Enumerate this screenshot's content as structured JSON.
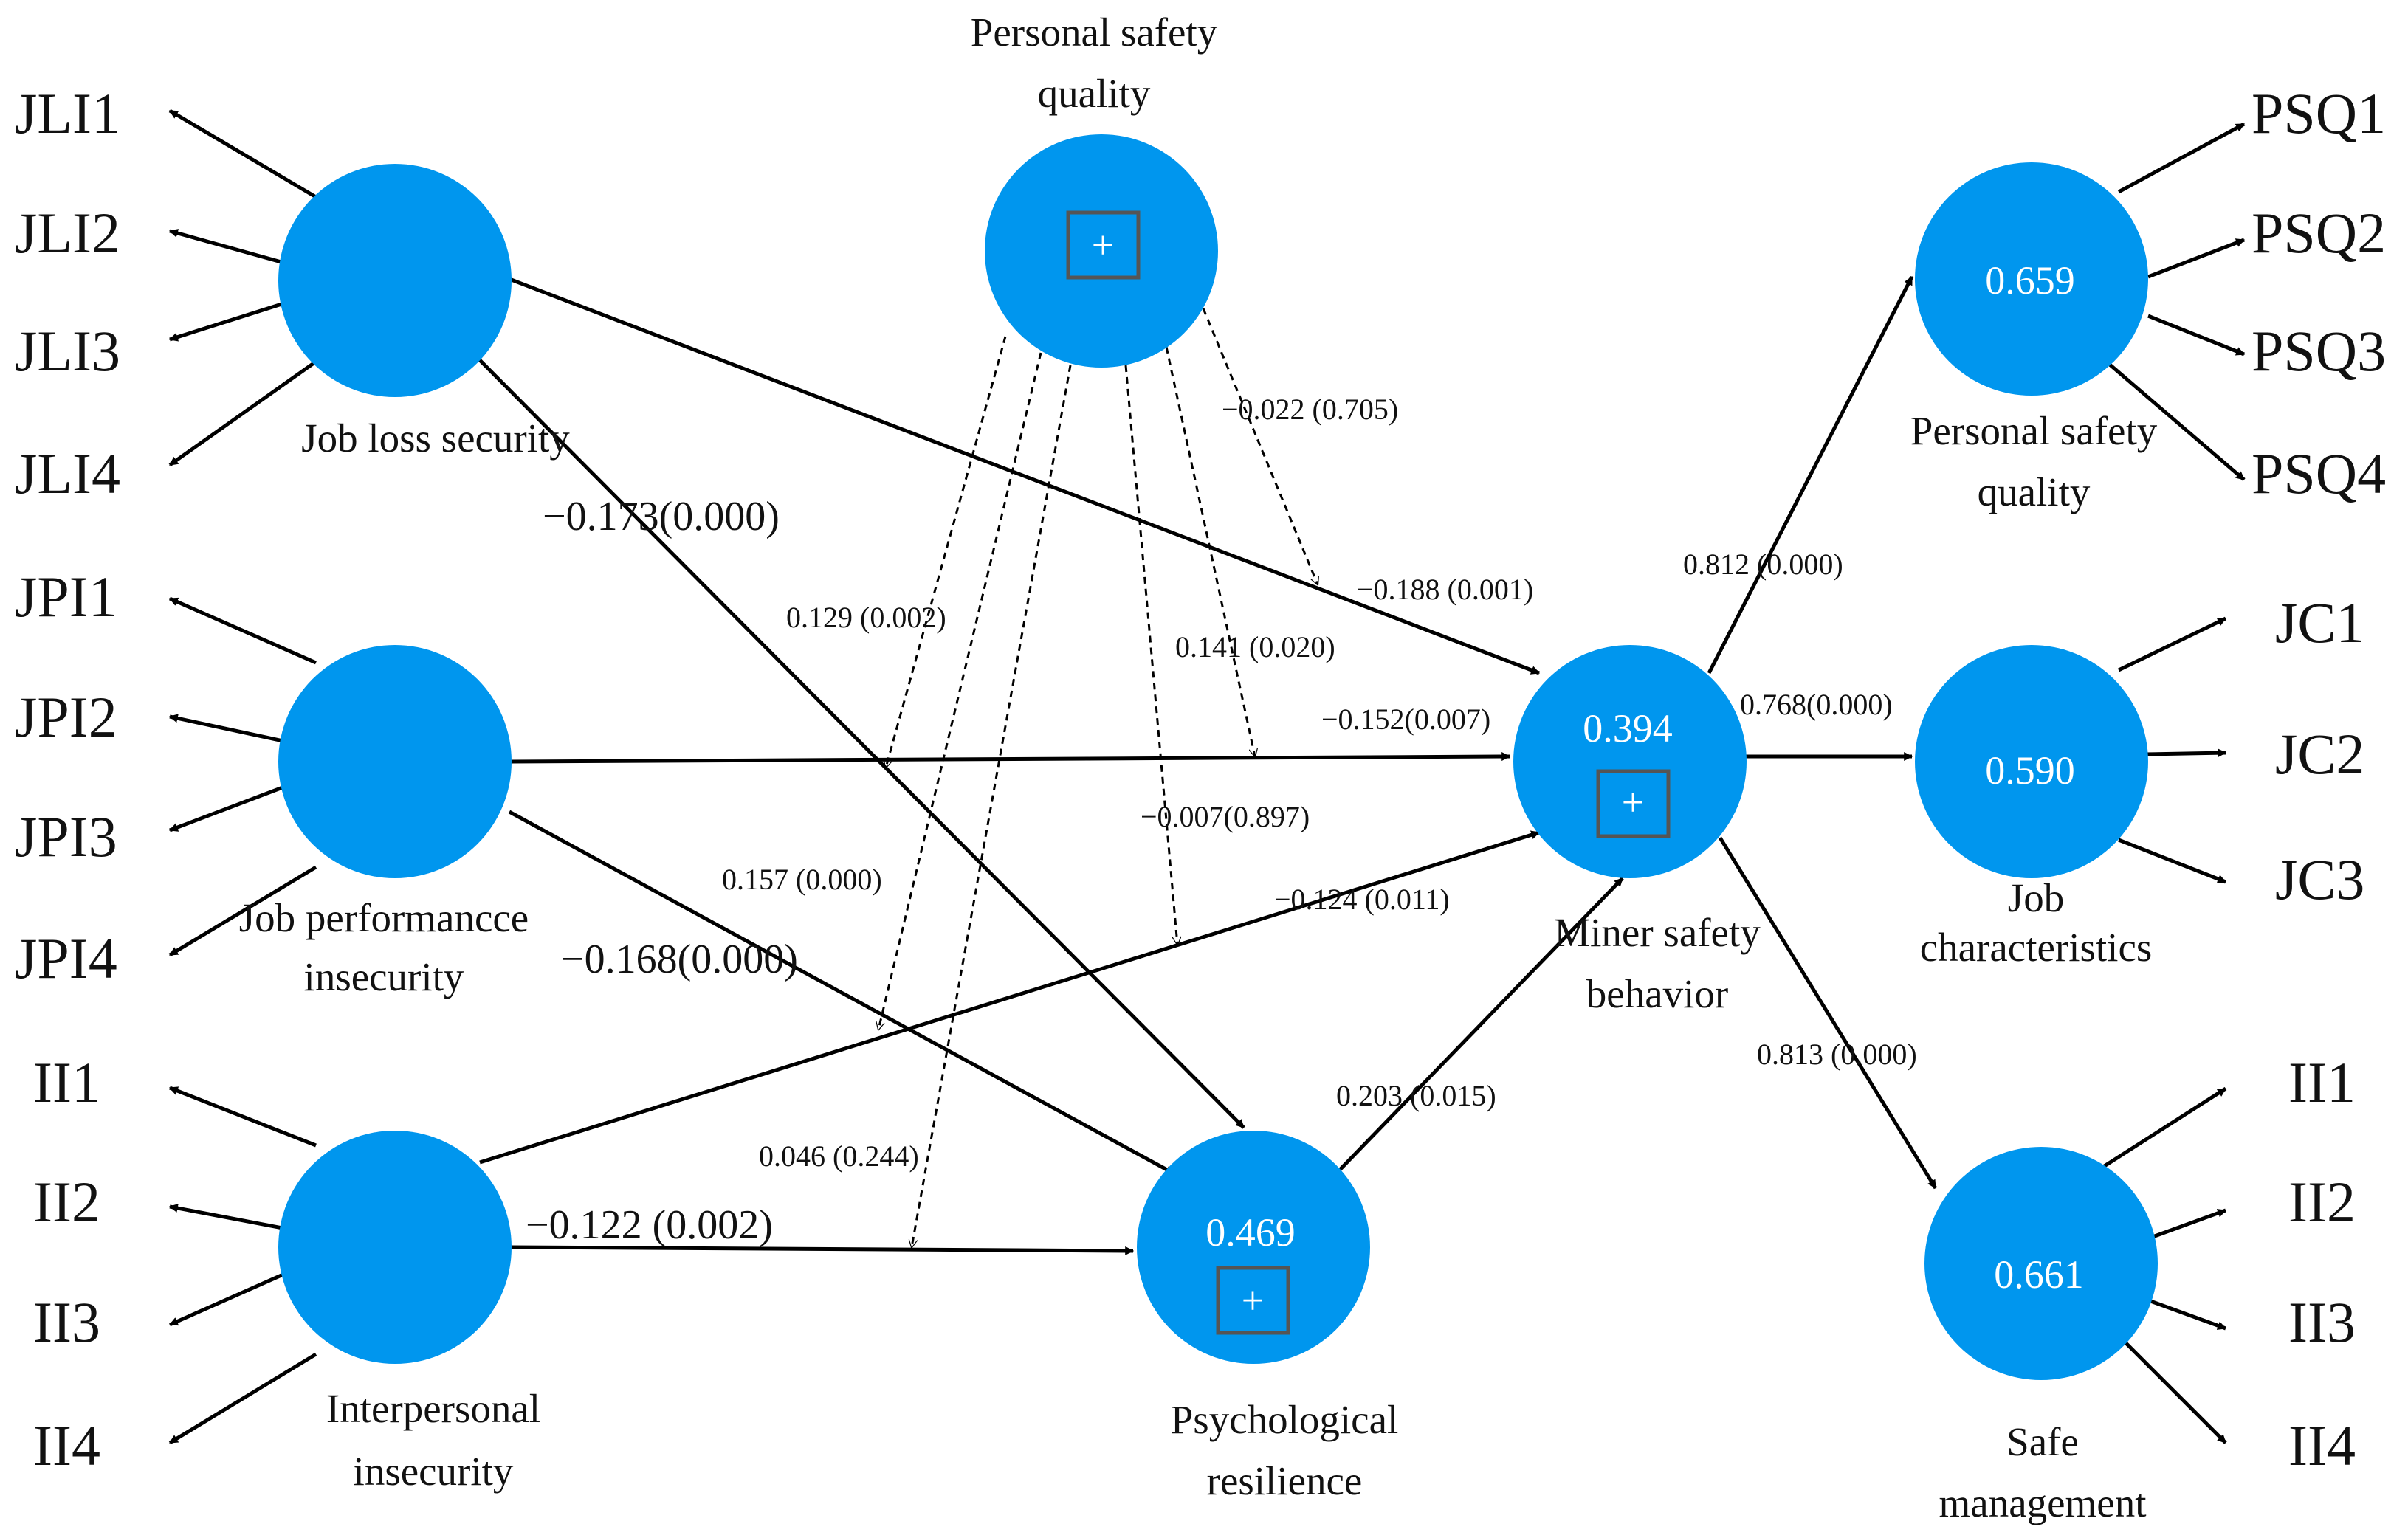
{
  "colors": {
    "construct_fill": "#0096ee",
    "line": "#000000",
    "text": "#111111",
    "value_text": "#ffffff",
    "moderator_box": "#555555"
  },
  "constructs": {
    "jls": {
      "label_line1": "Job loss security",
      "label_line2": "",
      "r2": "",
      "moderator_box": false
    },
    "jpi": {
      "label_line1": "Job performancce",
      "label_line2": "insecurity",
      "r2": "",
      "moderator_box": false
    },
    "ii": {
      "label_line1": "Interpersonal",
      "label_line2": "insecurity",
      "r2": "",
      "moderator_box": false
    },
    "psq_mod": {
      "label_line1": "Personal safety",
      "label_line2": "quality",
      "r2": "",
      "moderator_box": true
    },
    "pr": {
      "label_line1": "Psychological",
      "label_line2": "resilience",
      "r2": "0.469",
      "moderator_box": true
    },
    "msb": {
      "label_line1": "Miner safety",
      "label_line2": "behavior",
      "r2": "0.394",
      "moderator_box": true
    },
    "psq": {
      "label_line1": "Personal safety",
      "label_line2": "quality",
      "r2": "0.659",
      "moderator_box": false
    },
    "jc": {
      "label_line1": "Job",
      "label_line2": "characteristics",
      "r2": "0.590",
      "moderator_box": false
    },
    "sm": {
      "label_line1": "Safe",
      "label_line2": "management",
      "r2": "0.661",
      "moderator_box": false
    }
  },
  "moderator_symbol": "+",
  "indicators": {
    "jls": [
      "JLI1",
      "JLI2",
      "JLI3",
      "JLI4"
    ],
    "jpi": [
      "JPI1",
      "JPI2",
      "JPI3",
      "JPI4"
    ],
    "ii": [
      "II1",
      "II2",
      "II3",
      "II4"
    ],
    "psq": [
      "PSQ1",
      "PSQ2",
      "PSQ3",
      "PSQ4"
    ],
    "jc": [
      "JC1",
      "JC2",
      "JC3"
    ],
    "sm": [
      "II1",
      "II2",
      "II3",
      "II4"
    ]
  },
  "paths": {
    "jls_msb": "−0.188 (0.001)",
    "jls_pr": "−0.173(0.000)",
    "jpi_msb": "−0.152(0.007)",
    "jpi_pr": "−0.168(0.000)",
    "ii_msb": "−0.124 (0.011)",
    "ii_pr": "−0.122 (0.002)",
    "pr_msb": "0.203 (0.015)",
    "msb_psq": "0.812 (0.000)",
    "msb_jc": "0.768(0.000)",
    "msb_sm": "0.813 (0.000)"
  },
  "moderation_paths": {
    "m1": "−0.022 (0.705)",
    "m2": "0.129 (0.002)",
    "m3": "0.141 (0.020)",
    "m4": "−0.007(0.897)",
    "m5": "0.157 (0.000)",
    "m6": "0.046 (0.244)"
  }
}
